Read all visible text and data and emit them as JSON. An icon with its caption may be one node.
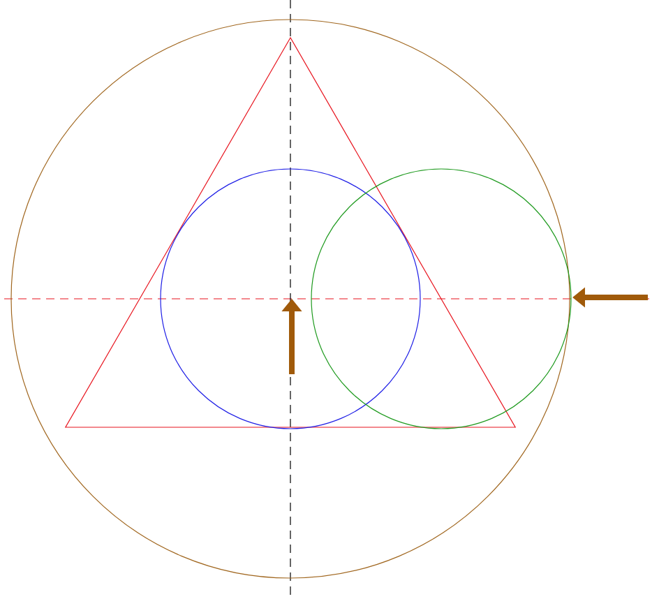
{
  "diagram": {
    "nodes": [
      {
        "text": [],
        "shape": "circle"
      },
      {
        "text": [],
        "shape": "triangle",
        "in": 0
      },
      {
        "text": [],
        "shape": "circle",
        "in": 1
      },
      {
        "text": [],
        "shape": "circle",
        "in": 0
      }
    ]
  }
}
